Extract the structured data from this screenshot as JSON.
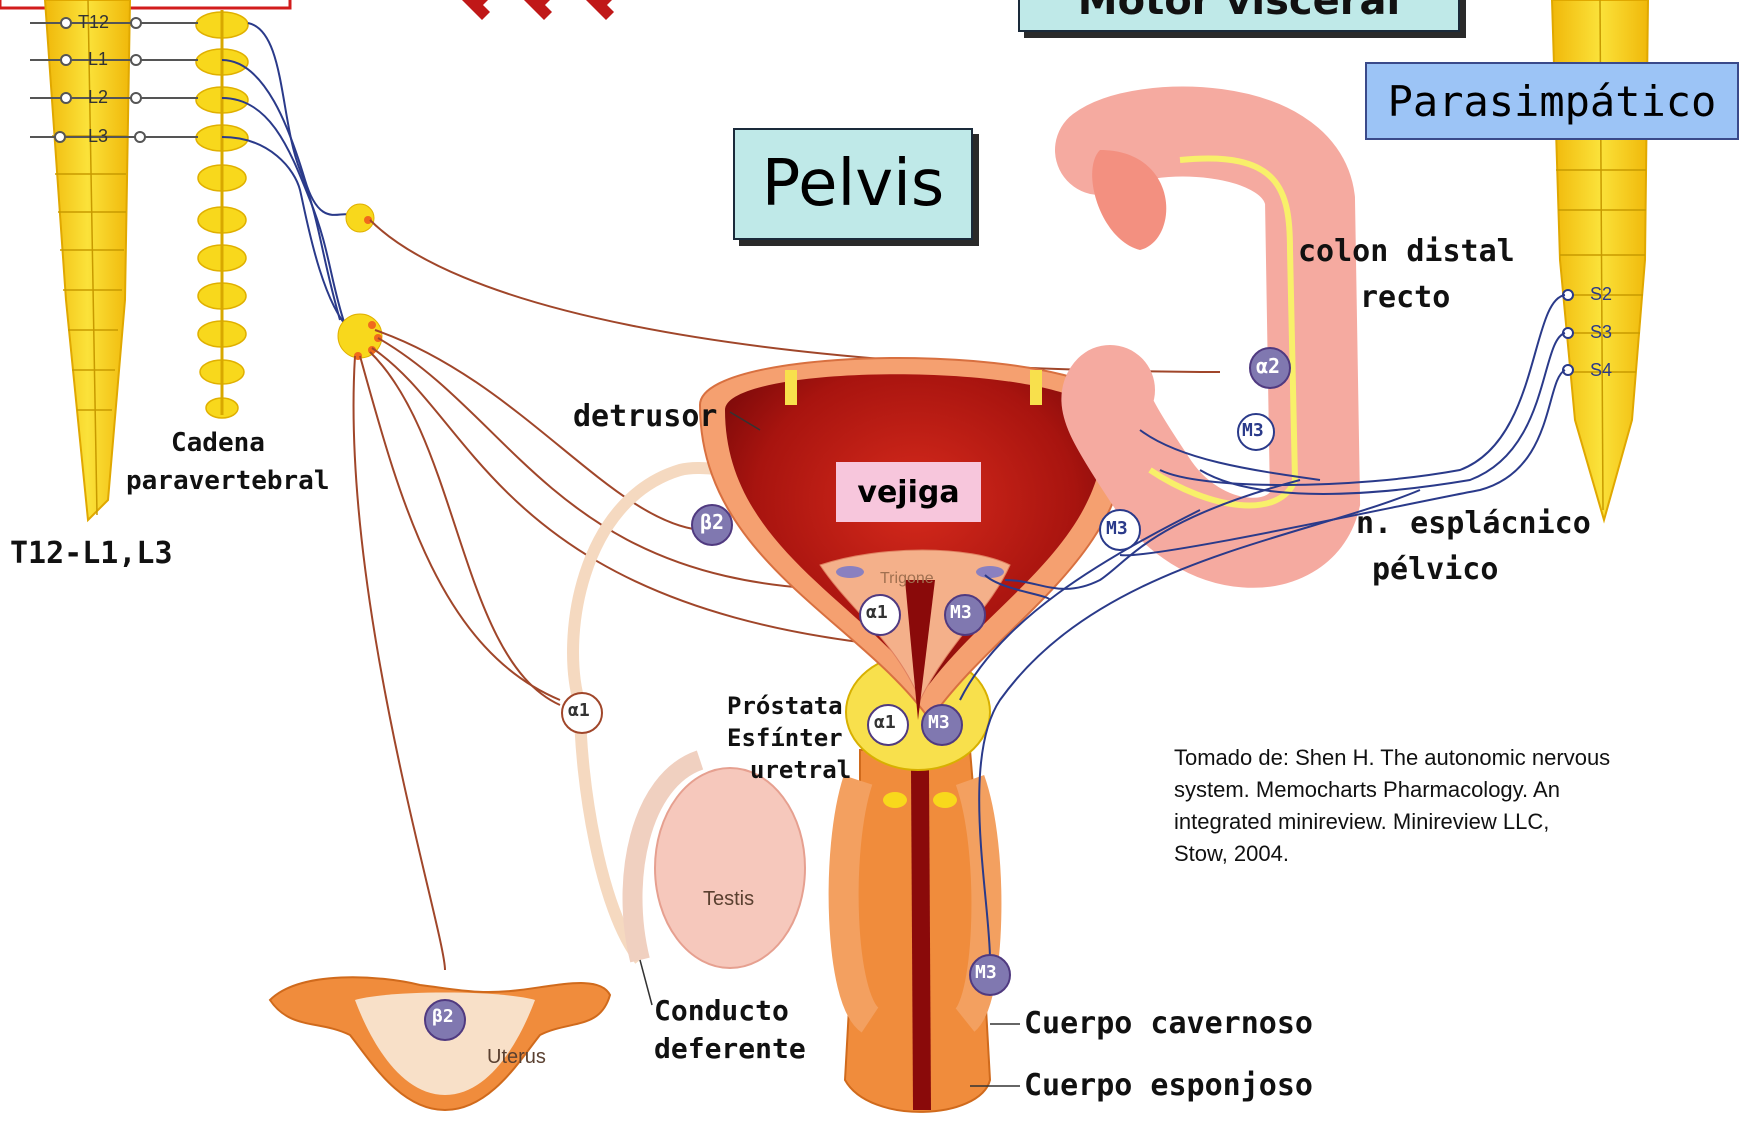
{
  "title": "Pelvis",
  "top_banner": "Motor visceral",
  "parasympathetic_label": "Parasimpático",
  "spine_left": {
    "segments": [
      "T12",
      "L1",
      "L2",
      "L3"
    ]
  },
  "spine_right": {
    "segments": [
      "S2",
      "S3",
      "S4"
    ]
  },
  "labels": {
    "cadena_line1": "Cadena",
    "cadena_line2": "paravertebral",
    "t_range": "T12-L1,L3",
    "detrusor": "detrusor",
    "vejiga": "vejiga",
    "colon_line1": "colon distal",
    "colon_line2": "recto",
    "esplacnico_line1": "n. esplácnico",
    "esplacnico_line2": "pélvico",
    "prostata": "Próstata",
    "esfinter_line1": "Esfínter",
    "esfinter_line2": "uretral",
    "conducto_line1": "Conducto",
    "conducto_line2": "deferente",
    "cavernoso": "Cuerpo cavernoso",
    "esponjoso": "Cuerpo esponjoso",
    "trigone": "Trigone",
    "testis": "Testis",
    "uterus": "Uterus"
  },
  "receptors": {
    "alpha1": "α1",
    "alpha2": "α2",
    "beta2": "β2",
    "m3": "M3"
  },
  "citation": {
    "line1": "Tomado de: Shen H. The autonomic nervous",
    "line2": "system. Memocharts Pharmacology. An",
    "line3": "integrated minireview. Minireview LLC,",
    "line4": "Stow, 2004."
  },
  "colors": {
    "spine": "#f6d21c",
    "organ_orange": "#f0913c",
    "bladder_red": "#b81818",
    "colon_pink": "#f5a7a0",
    "sympathetic_nerve": "#a0462a",
    "parasympathetic_nerve": "#2a3a8a",
    "title_box": "#bfe9e8",
    "para_box": "#9cc4f6",
    "vejiga_box": "#f7c6dc"
  }
}
